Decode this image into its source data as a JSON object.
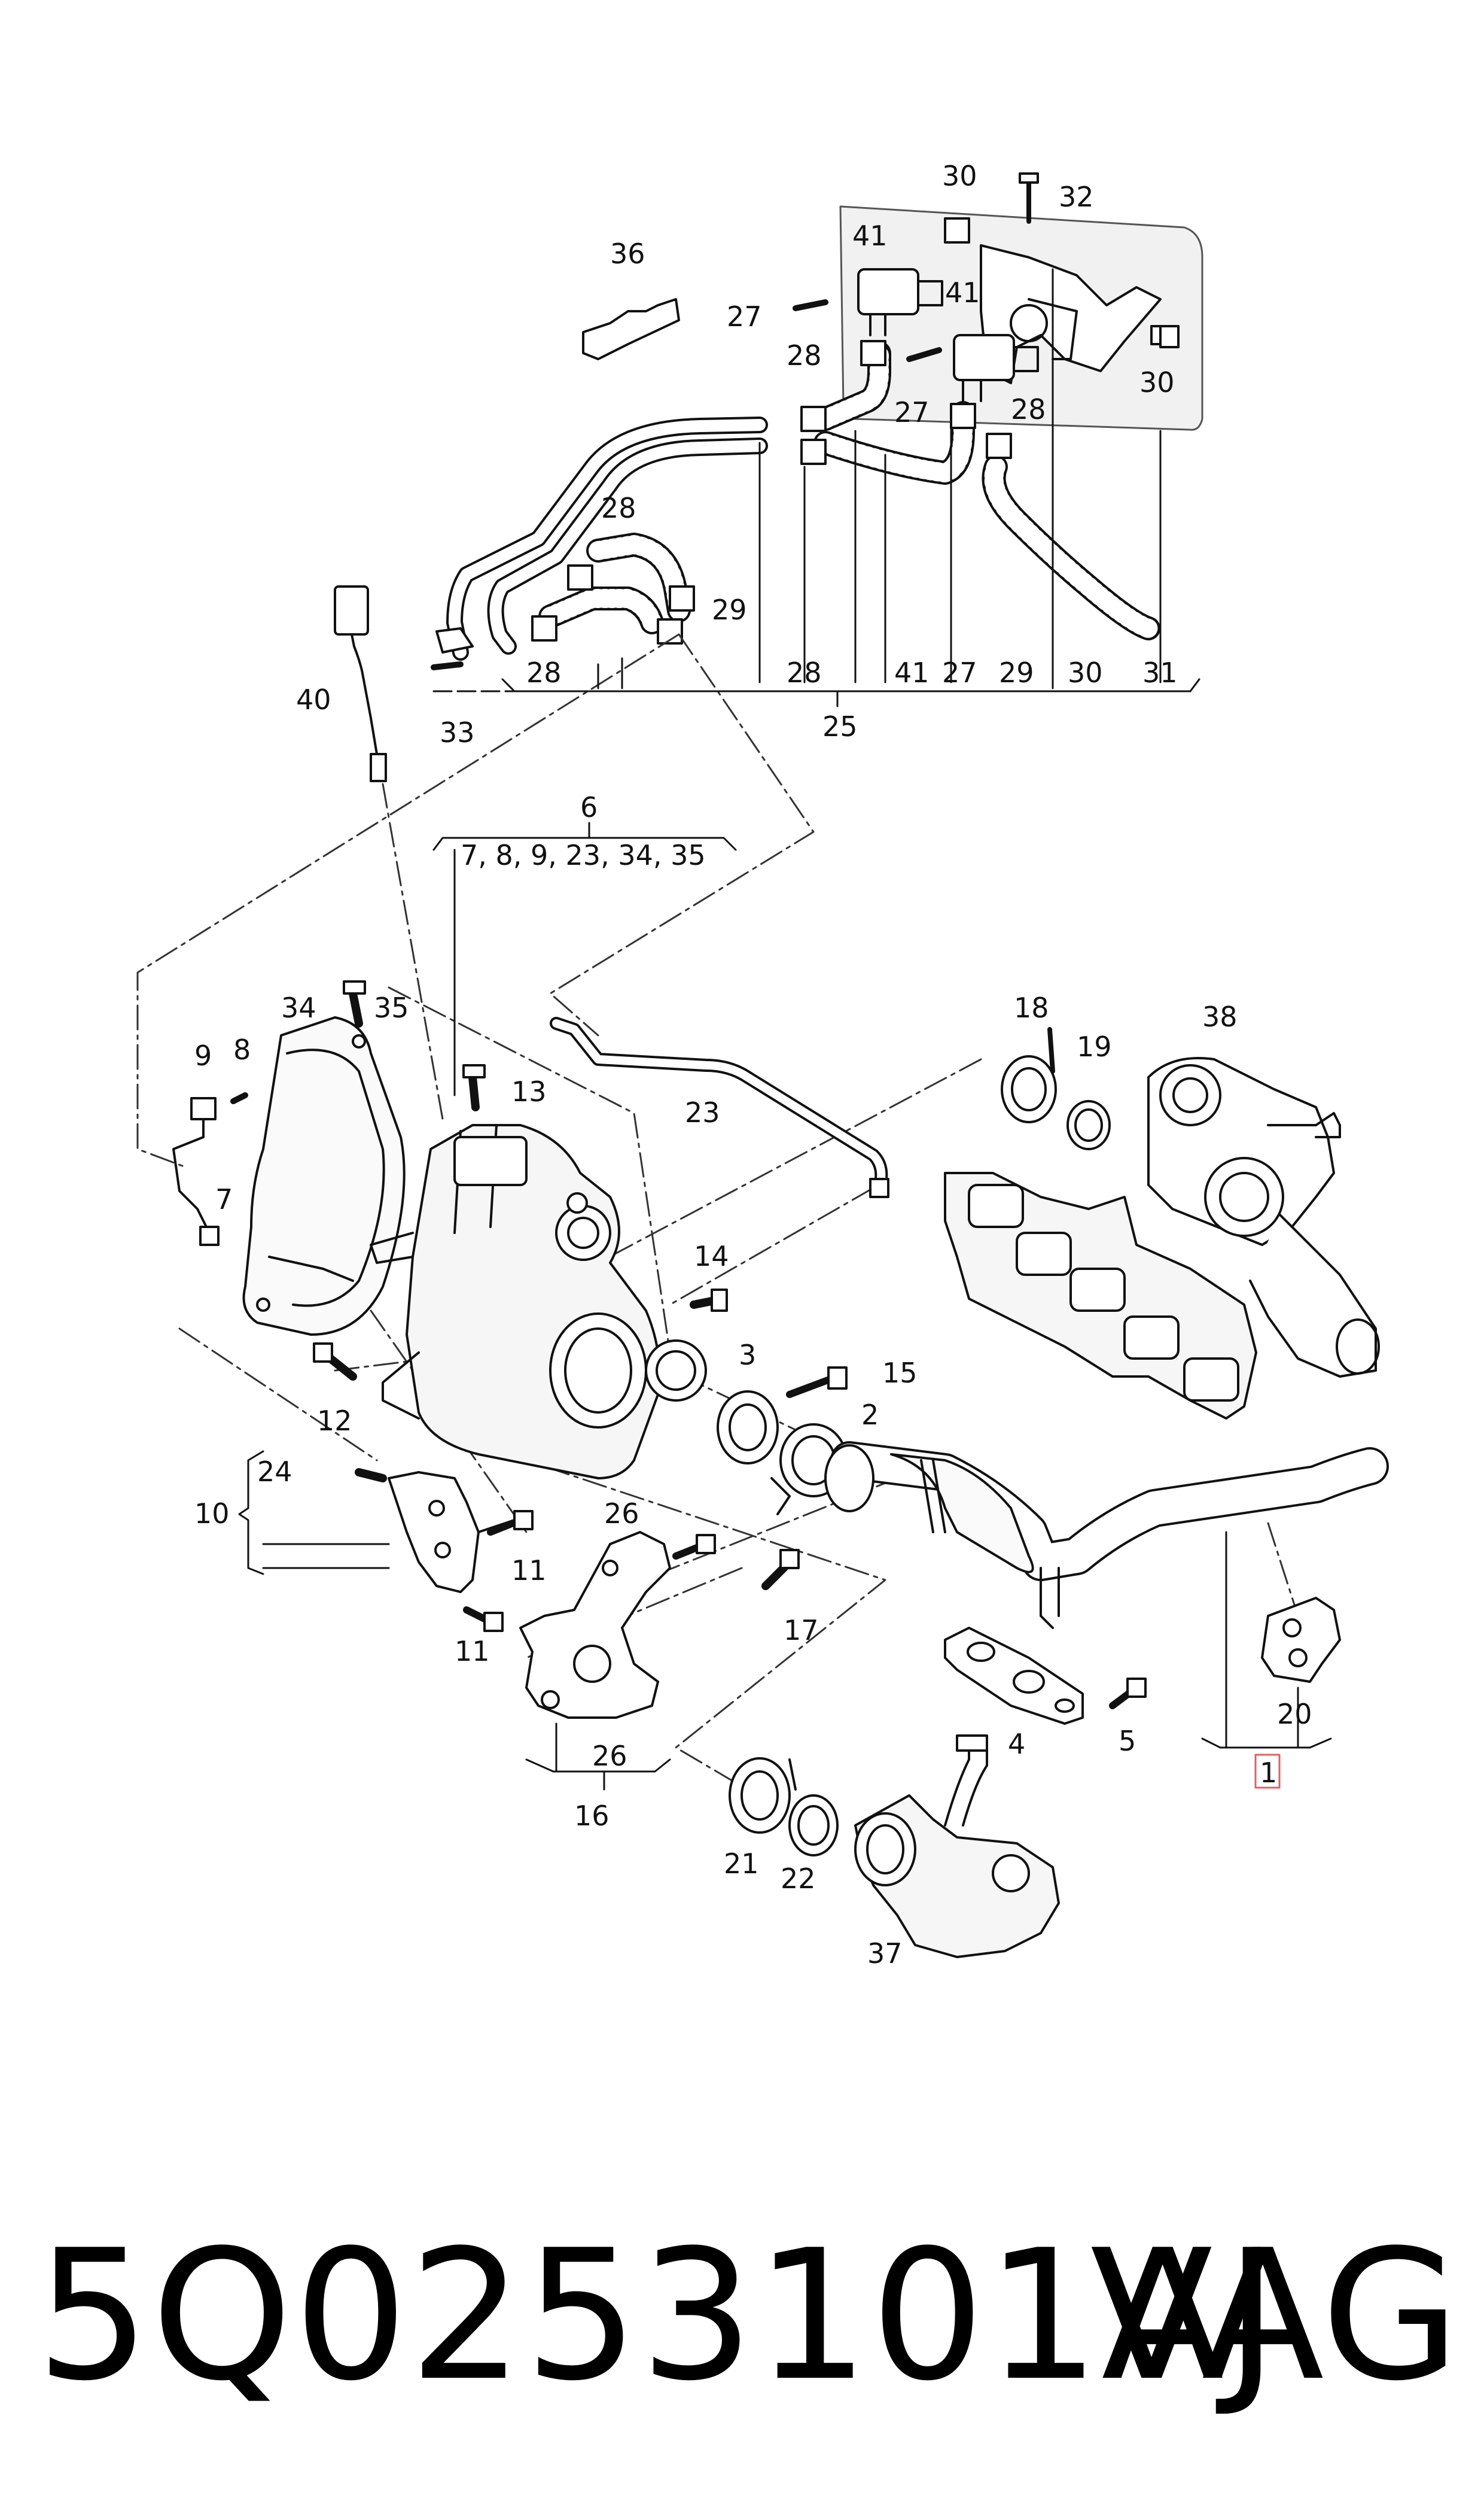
{
  "footer": {
    "part_number": "5Q0253101AJ",
    "brand": "VAG"
  },
  "diagram": {
    "highlight_color": "#e06060",
    "callouts": {
      "c30a": "30",
      "c32": "32",
      "c36": "36",
      "c41a": "41",
      "c41b": "41",
      "c27a": "27",
      "c28a": "28",
      "c27b": "27",
      "c28b": "28",
      "c30b": "30",
      "c28c": "28",
      "c29a": "29",
      "c28d": "28",
      "c40": "40",
      "c33": "33",
      "b28": "28",
      "b25": "25",
      "b41": "41",
      "b27": "27",
      "b29": "29",
      "b30": "30",
      "b31": "31",
      "c6": "6",
      "c6list": "7, 8, 9, 23, 34, 35",
      "c34": "34",
      "c35": "35",
      "c9": "9",
      "c8": "8",
      "c7": "7",
      "c13": "13",
      "c23": "23",
      "c18": "18",
      "c19": "19",
      "c38": "38",
      "c14": "14",
      "c3": "3",
      "c15": "15",
      "c2": "2",
      "c12": "12",
      "c24": "24",
      "c10": "10",
      "c11a": "11",
      "c11b": "11",
      "c26a": "26",
      "c17": "17",
      "c26b": "26",
      "c16": "16",
      "c4": "4",
      "c5": "5",
      "c20": "20",
      "c1": "1",
      "c21": "21",
      "c22": "22",
      "c37": "37"
    }
  }
}
